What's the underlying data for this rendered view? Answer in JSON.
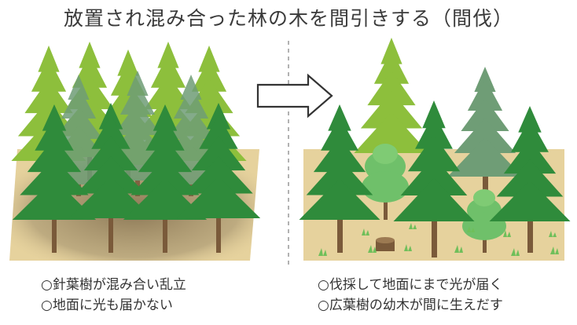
{
  "title": "放置され混み合った林の木を間引きする（間伐）",
  "before": {
    "captions": [
      "○針葉樹が混み合い乱立",
      "○地面に光も届かない"
    ]
  },
  "after": {
    "captions": [
      "○伐採して地面にまで光が届く",
      "○広葉樹の幼木が間に生えだす"
    ]
  },
  "colors": {
    "ground": "#e6d29d",
    "ground_edge": "#d2bf85",
    "shade": "#8b7a5c",
    "conifer_dark": "#2f8b3b",
    "conifer_mid": "#3d9a45",
    "conifer_light": "#8dbf3c",
    "conifer_faded": "#6f9d76",
    "broadleaf": "#6fc06a",
    "trunk": "#7a5a3a",
    "grass": "#6fbf5a",
    "divider": "#999999"
  }
}
